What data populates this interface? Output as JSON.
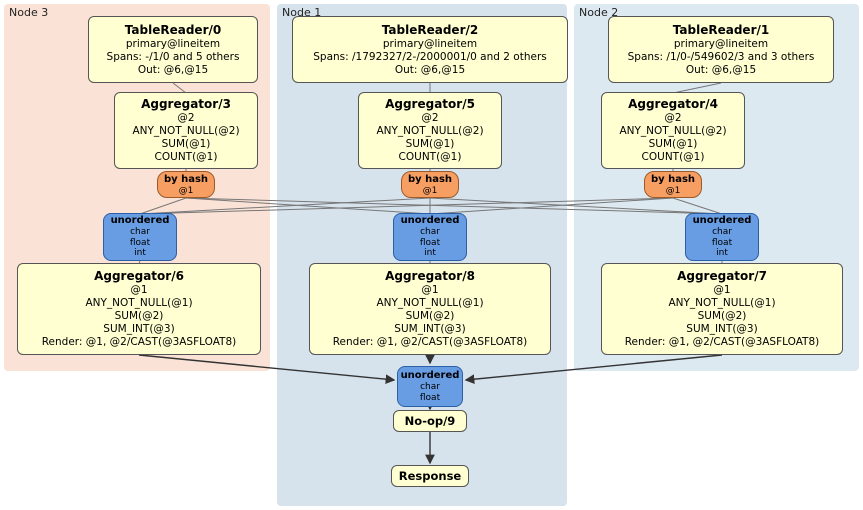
{
  "regions": [
    {
      "label": "Node 3"
    },
    {
      "label": "Node 1"
    },
    {
      "label": "Node 2"
    }
  ],
  "processors": {
    "tr0": {
      "title": "TableReader/0",
      "rows": [
        "primary@lineitem",
        "Spans: -/1/0 and 5 others",
        "Out: @6,@15"
      ]
    },
    "tr2": {
      "title": "TableReader/2",
      "rows": [
        "primary@lineitem",
        "Spans: /1792327/2-/2000001/0 and 2 others",
        "Out: @6,@15"
      ]
    },
    "tr1": {
      "title": "TableReader/1",
      "rows": [
        "primary@lineitem",
        "Spans: /1/0-/549602/3 and 3 others",
        "Out: @6,@15"
      ]
    },
    "agg3": {
      "title": "Aggregator/3",
      "rows": [
        "@2",
        "ANY_NOT_NULL(@2)",
        "SUM(@1)",
        "COUNT(@1)"
      ]
    },
    "agg5": {
      "title": "Aggregator/5",
      "rows": [
        "@2",
        "ANY_NOT_NULL(@2)",
        "SUM(@1)",
        "COUNT(@1)"
      ]
    },
    "agg4": {
      "title": "Aggregator/4",
      "rows": [
        "@2",
        "ANY_NOT_NULL(@2)",
        "SUM(@1)",
        "COUNT(@1)"
      ]
    },
    "agg6": {
      "title": "Aggregator/6",
      "rows": [
        "@1",
        "ANY_NOT_NULL(@1)",
        "SUM(@2)",
        "SUM_INT(@3)",
        "Render: @1, @2/CAST(@3ASFLOAT8)"
      ]
    },
    "agg8": {
      "title": "Aggregator/8",
      "rows": [
        "@1",
        "ANY_NOT_NULL(@1)",
        "SUM(@2)",
        "SUM_INT(@3)",
        "Render: @1, @2/CAST(@3ASFLOAT8)"
      ]
    },
    "agg7": {
      "title": "Aggregator/7",
      "rows": [
        "@1",
        "ANY_NOT_NULL(@1)",
        "SUM(@2)",
        "SUM_INT(@3)",
        "Render: @1, @2/CAST(@3ASFLOAT8)"
      ]
    },
    "noop": {
      "title": "No-op/9"
    },
    "response": {
      "title": "Response"
    }
  },
  "routers": {
    "hash3": {
      "title": "by hash",
      "rows": [
        "@1"
      ]
    },
    "hash1": {
      "title": "by hash",
      "rows": [
        "@1"
      ]
    },
    "hash2": {
      "title": "by hash",
      "rows": [
        "@1"
      ]
    }
  },
  "streams": {
    "un3": {
      "title": "unordered",
      "rows": [
        "char",
        "float",
        "int"
      ]
    },
    "un1": {
      "title": "unordered",
      "rows": [
        "char",
        "float",
        "int"
      ]
    },
    "un2": {
      "title": "unordered",
      "rows": [
        "char",
        "float",
        "int"
      ]
    },
    "unf": {
      "title": "unordered",
      "rows": [
        "char",
        "float"
      ]
    }
  },
  "colors": {
    "node3_bg": "#fbe2d6",
    "node1_bg": "#d6e3ec",
    "node2_bg": "#dde9f1",
    "box_bg": "#ffffd2",
    "box_border": "#555555",
    "router_bg": "#f79e62",
    "router_border": "#9c5a28",
    "stream_bg": "#689de4",
    "stream_border": "#2b5fa6",
    "edge": "#777777",
    "arrow": "#333333"
  }
}
